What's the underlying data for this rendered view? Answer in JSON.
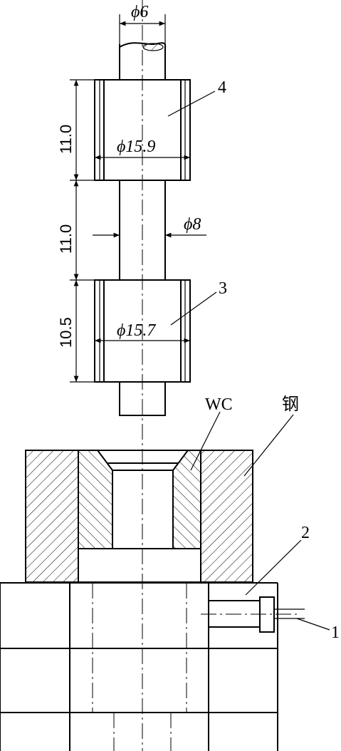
{
  "dimensions": {
    "shaft_top_dia": "ϕ6",
    "sleep_upper_dia": "ϕ15.9",
    "middle_shaft_dia": "ϕ8",
    "sleeve_lower_dia": "ϕ15.7",
    "upper_sleeve_length": "11.0",
    "gap_length": "11.0",
    "lower_sleeve_length": "10.5"
  },
  "callouts": {
    "part_1": "1",
    "part_2": "2",
    "part_3": "3",
    "part_4": "4",
    "wc": "WC",
    "steel": "钢"
  }
}
